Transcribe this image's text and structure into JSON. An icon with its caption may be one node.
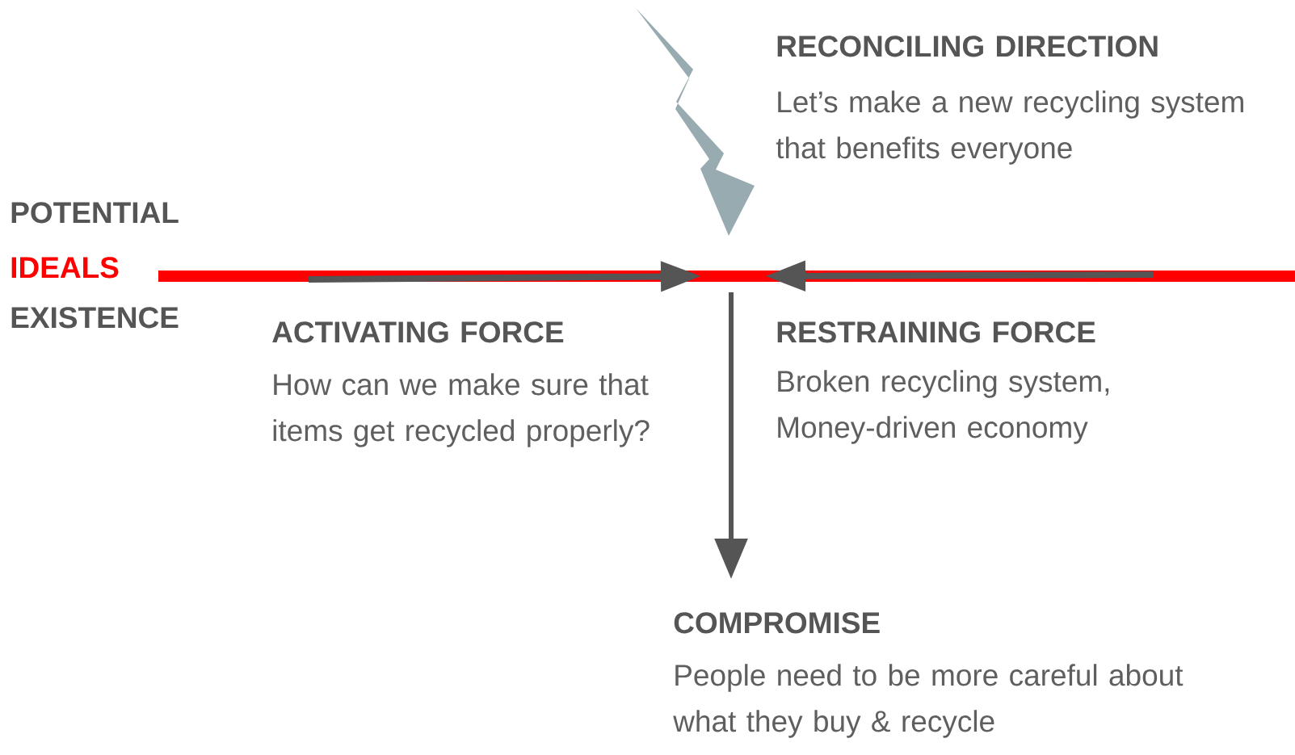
{
  "diagram": {
    "labels": [
      "RECONCILING DIRECTION",
      "Let’s make a new recycling system that benefits everyone",
      "POTENTIAL",
      "IDEALS",
      "EXISTENCE",
      "ACTIVATING FORCE",
      "How can we make sure that items get recycled properly?",
      "RESTRAINING FORCE",
      "Broken recycling system, Money-driven economy",
      "COMPROMISE",
      "People need to be more careful about what they buy & recycle"
    ]
  }
}
